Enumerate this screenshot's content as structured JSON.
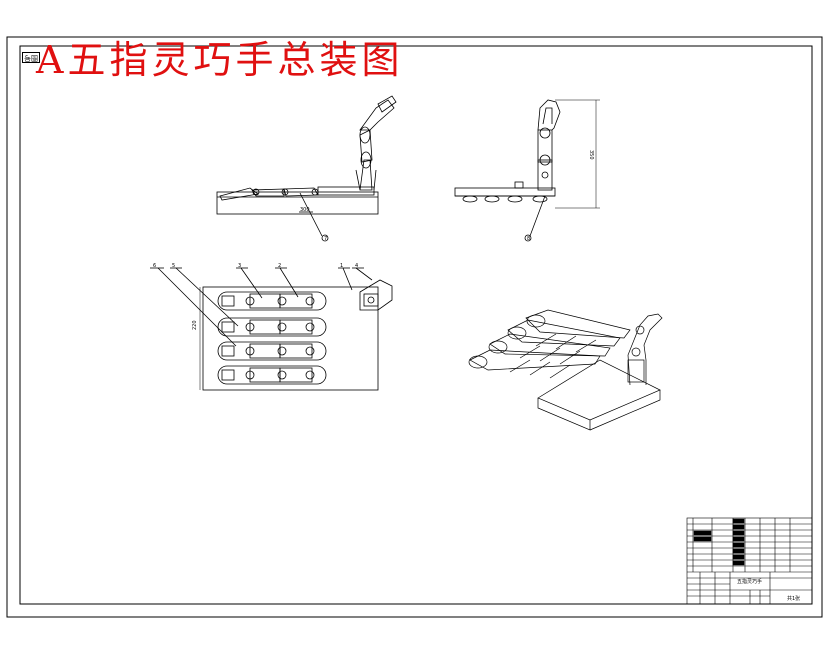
{
  "drawing": {
    "title": "A五指灵巧手总装图",
    "corner_code": "图号",
    "balloons": [
      "1",
      "2",
      "3",
      "4",
      "5",
      "6",
      "7",
      "8"
    ],
    "dimensions": {
      "side_length": "300",
      "front_height": "350",
      "plan_width": "220"
    },
    "title_block": {
      "drawing_name": "五指灵巧手",
      "sheet_label": "共1张"
    },
    "colors": {
      "title": "#e01010",
      "lines": "#000000",
      "background": "#ffffff"
    }
  }
}
